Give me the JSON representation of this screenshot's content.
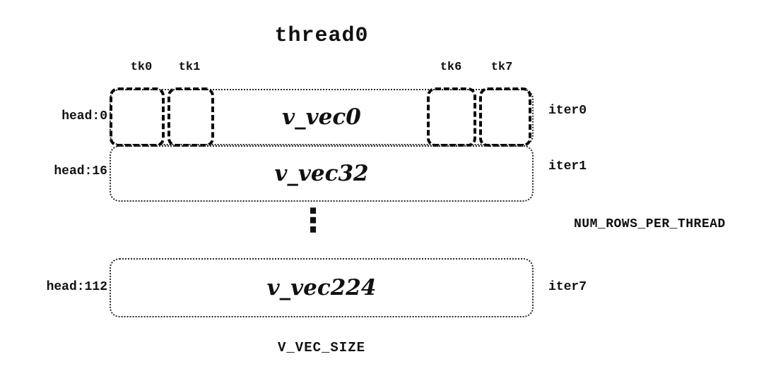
{
  "diagram": {
    "title": "thread0",
    "tk_labels": [
      {
        "label": "tk0"
      },
      {
        "label": "tk1"
      },
      {
        "label": "tk6"
      },
      {
        "label": "tk7"
      }
    ],
    "rows": [
      {
        "head": "head:0",
        "vec": "v_vec0",
        "iter": "iter0"
      },
      {
        "head": "head:16",
        "vec": "v_vec32",
        "iter": "iter1"
      },
      {
        "head": "head:112",
        "vec": "v_vec224",
        "iter": "iter7"
      }
    ],
    "ellipsis": "⋮",
    "right_label": "NUM_ROWS_PER_THREAD",
    "bottom_label": "V_VEC_SIZE",
    "colors": {
      "background": "#ffffff",
      "ink": "#111111"
    }
  }
}
